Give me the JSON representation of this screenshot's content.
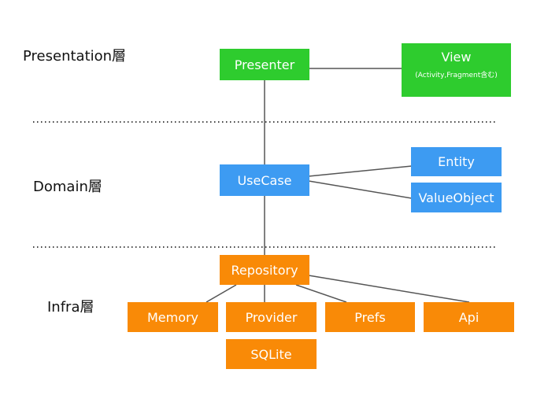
{
  "colors": {
    "presentation": "#2ecc2e",
    "domain": "#3d9bf2",
    "infra": "#f98a07",
    "connector": "#555555",
    "separator": "#444444"
  },
  "layers": {
    "presentation": "Presentation層",
    "domain": "Domain層",
    "infra": "Infra層"
  },
  "nodes": {
    "presenter": "Presenter",
    "view": "View",
    "view_sub": "(Activity,Fragment含む)",
    "usecase": "UseCase",
    "entity": "Entity",
    "valueobject": "ValueObject",
    "repository": "Repository",
    "memory": "Memory",
    "provider": "Provider",
    "prefs": "Prefs",
    "api": "Api",
    "sqlite": "SQLite"
  }
}
